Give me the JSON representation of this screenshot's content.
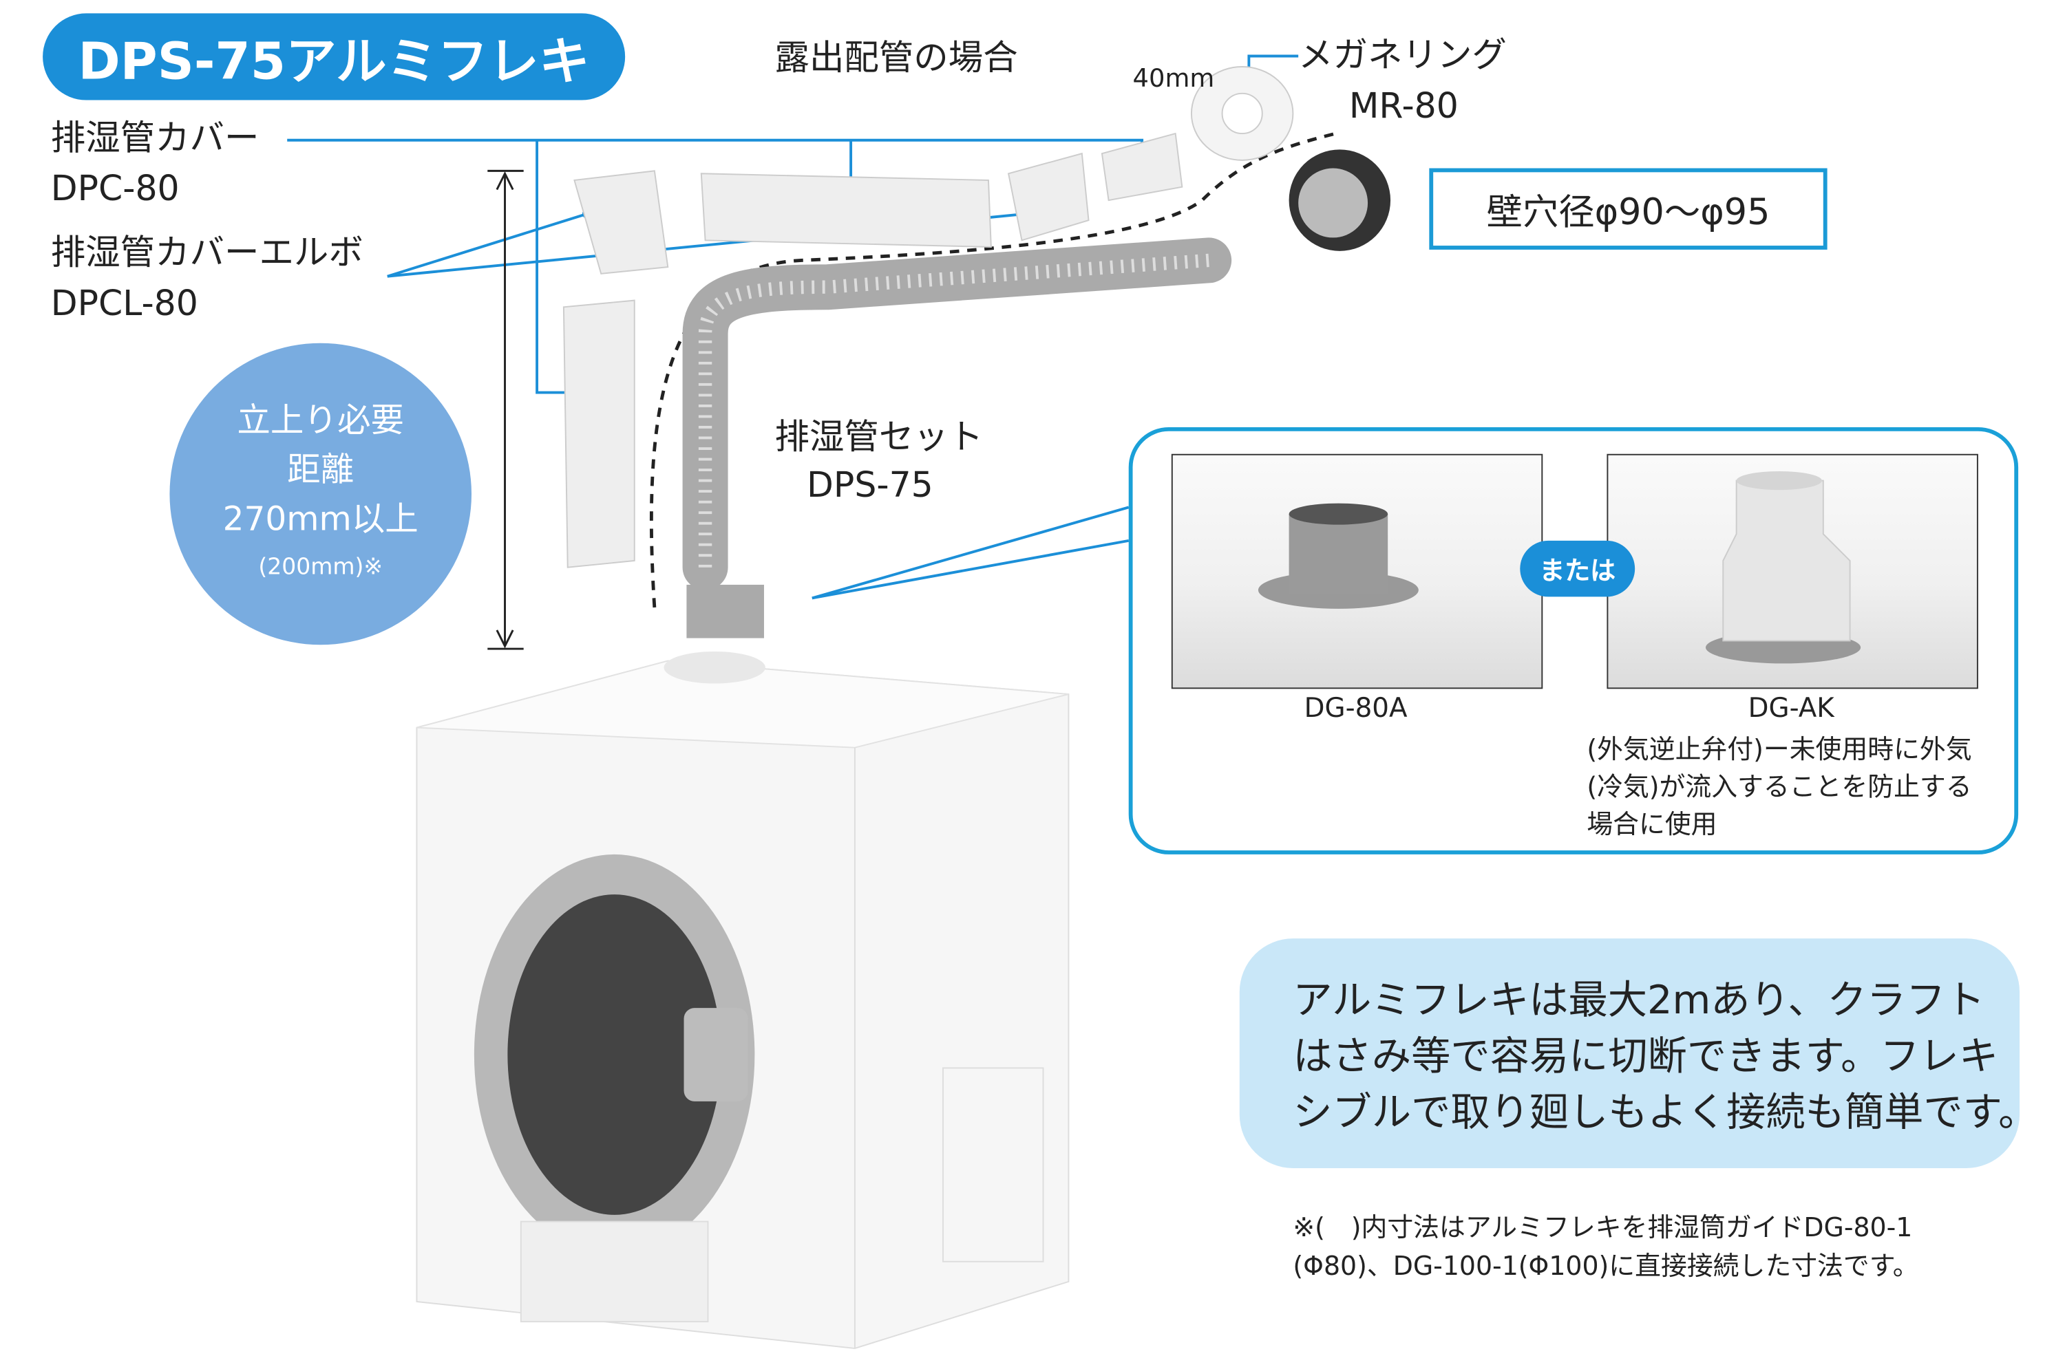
{
  "title": "DPS-75アルミフレキ",
  "exposed_piping": "露出配管の場合",
  "spacer_dim": "40mm",
  "ring": {
    "name": "メガネリング",
    "model": "MR-80"
  },
  "cover": {
    "name": "排湿管カバー",
    "model": "DPC-80"
  },
  "elbow": {
    "name": "排湿管カバーエルボ",
    "model": "DPCL-80"
  },
  "wall_hole": "壁穴径φ90〜φ95",
  "rise": {
    "line1": "立上り必要",
    "line2": "距離",
    "line3": "270mm以上",
    "line4": "(200mm)※"
  },
  "set": {
    "name": "排湿管セット",
    "model": "DPS-75"
  },
  "options": {
    "or_label": "または",
    "a": {
      "model": "DG-80A"
    },
    "b": {
      "model": "DG-AK",
      "note1": "(外気逆止弁付)ー未使用時に外気",
      "note2": "(冷気)が流入することを防止する",
      "note3": "場合に使用"
    }
  },
  "info": {
    "line1": "アルミフレキは最大2mあり、クラフト",
    "line2": "はさみ等で容易に切断できます。フレキ",
    "line3": "シブルで取り廻しもよく接続も簡単です。"
  },
  "footnote": {
    "line1": "※(　)内寸法はアルミフレキを排湿筒ガイドDG-80-1",
    "line2": "(Φ80)、DG-100-1(Φ100)に直接接続した寸法です。"
  },
  "colors": {
    "accent": "#1b8fd8",
    "circle": "#79ace0",
    "bubble": "#c9e7f8"
  }
}
